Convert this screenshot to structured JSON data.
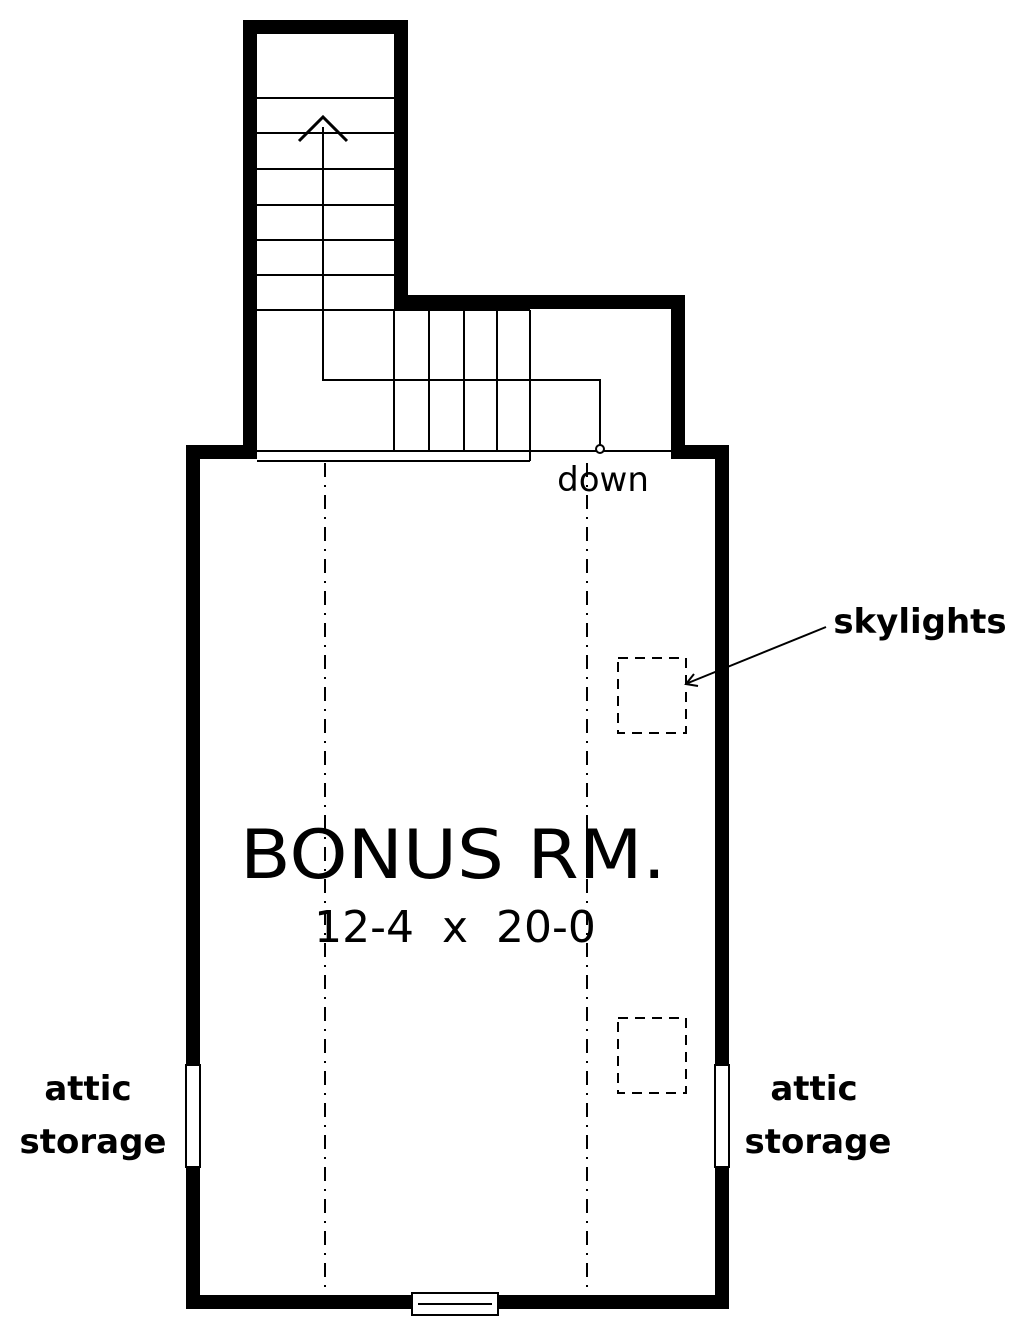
{
  "plan": {
    "room_name": "BONUS RM.",
    "room_size": "12-4  x  20-0",
    "stair_label": "down",
    "skylights_label": "skylights",
    "attic_left": {
      "line1": "attic",
      "line2": "storage"
    },
    "attic_right": {
      "line1": "attic",
      "line2": "storage"
    }
  }
}
